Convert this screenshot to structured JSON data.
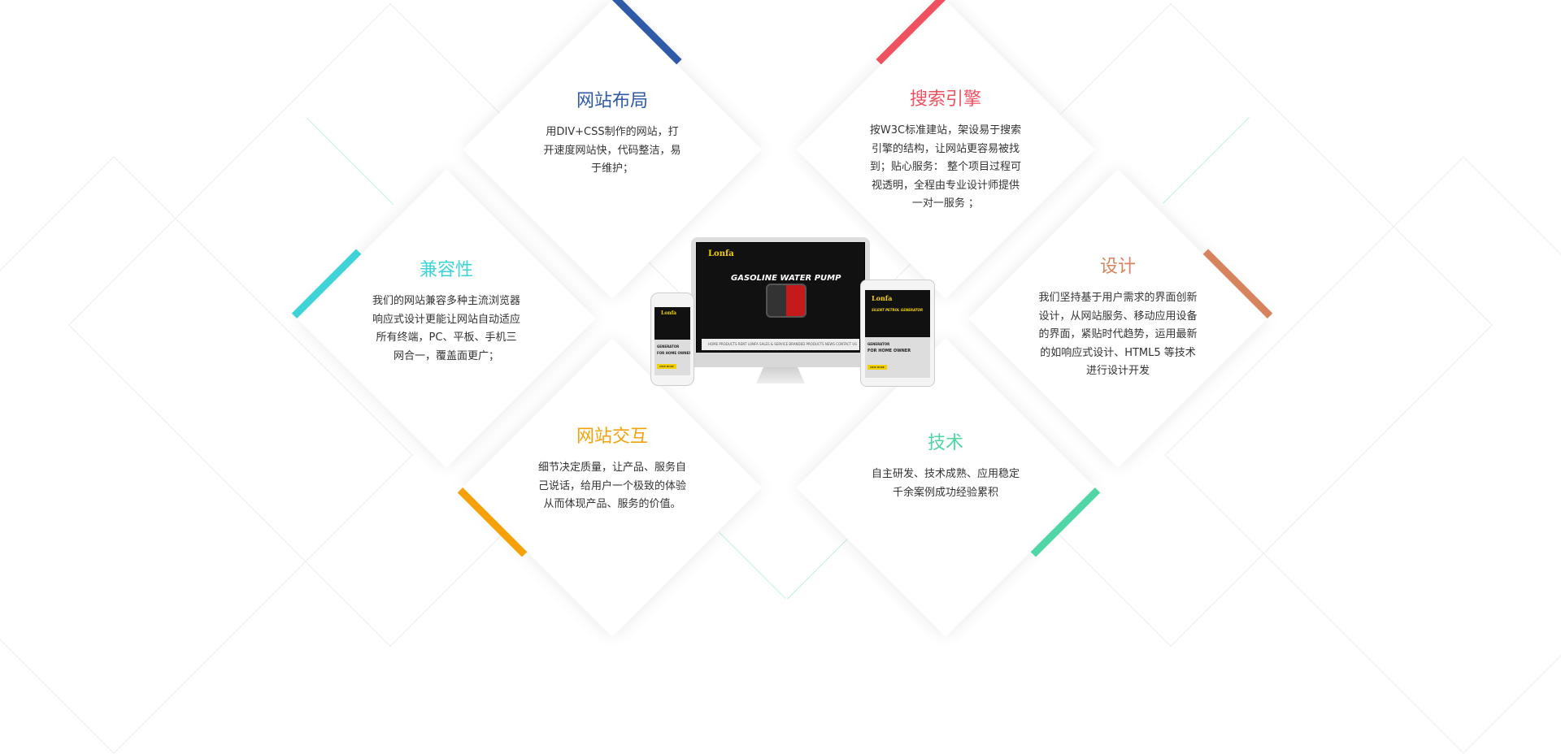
{
  "features": [
    {
      "title": "网站布局",
      "color": "#2f5aa8",
      "lines": [
        "用DIV+CSS制作的网站，打",
        "开速度网站快，代码整洁，易",
        "于维护；"
      ]
    },
    {
      "title": "搜索引擎",
      "color": "#ef5160",
      "lines": [
        "按W3C标准建站，架设易于搜索",
        "引擎的结构，让网站更容易被找",
        "到；贴心服务： 整个项目过程可",
        "视透明，全程由专业设计师提供",
        "一对一服务 ；"
      ]
    },
    {
      "title": "兼容性",
      "color": "#3fd3d8",
      "lines": [
        "我们的网站兼容多种主流浏览器",
        "响应式设计更能让网站自动适应",
        "所有终端，PC、平板、手机三",
        "网合一，覆盖面更广；"
      ]
    },
    {
      "title": "设计",
      "color": "#d6835e",
      "lines": [
        "我们坚持基于用户需求的界面创新",
        "设计，从网站服务、移动应用设备",
        "的界面，紧贴时代趋势，运用最新",
        "的如响应式设计、HTML5 等技术",
        "进行设计开发"
      ]
    },
    {
      "title": "网站交互",
      "color": "#f5a20a",
      "lines": [
        "细节决定质量，让产品、服务自",
        "己说话，给用户一个极致的体验",
        "从而体现产品、服务的价值。"
      ]
    },
    {
      "title": "技术",
      "color": "#4fd6a4",
      "lines": [
        "自主研发、技术成熟、应用稳定",
        "千余案例成功经验累积"
      ]
    }
  ],
  "devices": {
    "logo": "Lonfa",
    "imac_hero": "GASOLINE WATER PUMP",
    "ipad_hero": "SILENT PETROL GENERATOR",
    "nav": "HOME   PRODUCTS   RENT LONFA   SALES & SERVICE   BRANDED PRODUCTS   NEWS   CONTACT US",
    "gen_line1": "GENERATOR",
    "gen_line2": "FOR HOME OWNER",
    "button": "VIEW MORE"
  }
}
